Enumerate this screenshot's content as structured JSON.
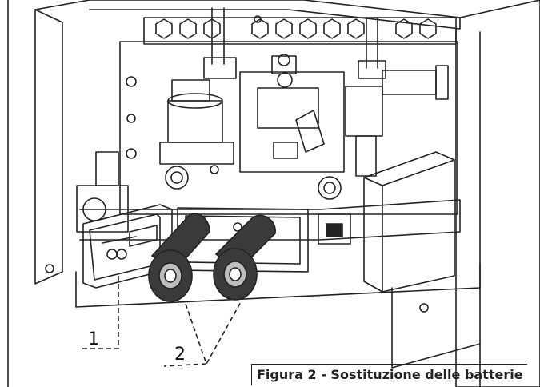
{
  "figure": {
    "caption": "Figura 2 - Sostituzione delle batterie"
  },
  "callouts": [
    {
      "label": "1",
      "target": "battery-compartment-cover"
    },
    {
      "label": "2",
      "target": "batteries"
    }
  ],
  "colors": {
    "ink": "#222222",
    "battery": "#3a3a3a",
    "background": "#ffffff"
  }
}
